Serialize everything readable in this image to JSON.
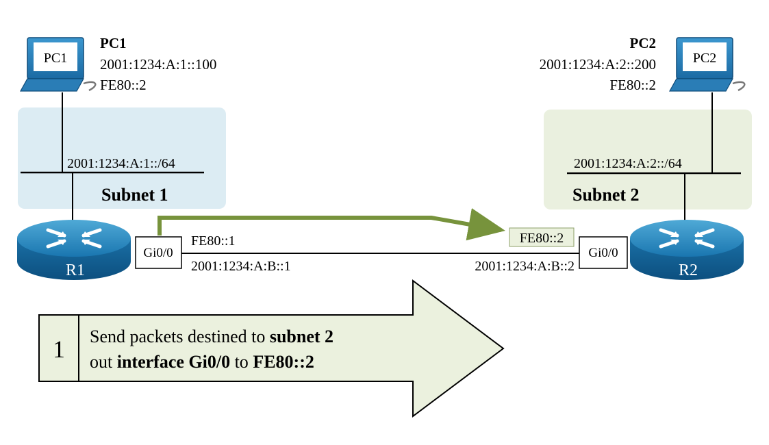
{
  "pc1": {
    "screen_label": "PC1",
    "name": "PC1",
    "ipv6_global": "2001:1234:A:1::100",
    "ipv6_link_local": "FE80::2"
  },
  "pc2": {
    "screen_label": "PC2",
    "name": "PC2",
    "ipv6_global": "2001:1234:A:2::200",
    "ipv6_link_local": "FE80::2"
  },
  "subnet1": {
    "label": "Subnet 1",
    "prefix": "2001:1234:A:1::/64",
    "color": "#dcecf3"
  },
  "subnet2": {
    "label": "Subnet 2",
    "prefix": "2001:1234:A:2::/64",
    "color": "#eaf0df"
  },
  "r1": {
    "name": "R1",
    "interface": "Gi0/0",
    "link_local": "FE80::1",
    "global": "2001:1234:A:B::1"
  },
  "r2": {
    "name": "R2",
    "interface": "Gi0/0",
    "link_local": "FE80::2",
    "global": "2001:1234:A:B::2"
  },
  "route_arrow": {
    "color": "#77933c"
  },
  "callout": {
    "step": "1",
    "line1_plain": "Send packets destined to ",
    "line1_bold": "subnet 2",
    "line2_plain_a": "out ",
    "line2_bold_a": "interface Gi0/0",
    "line2_plain_b": " to ",
    "line2_bold_b": "FE80::2",
    "fill": "#ebf1de"
  }
}
